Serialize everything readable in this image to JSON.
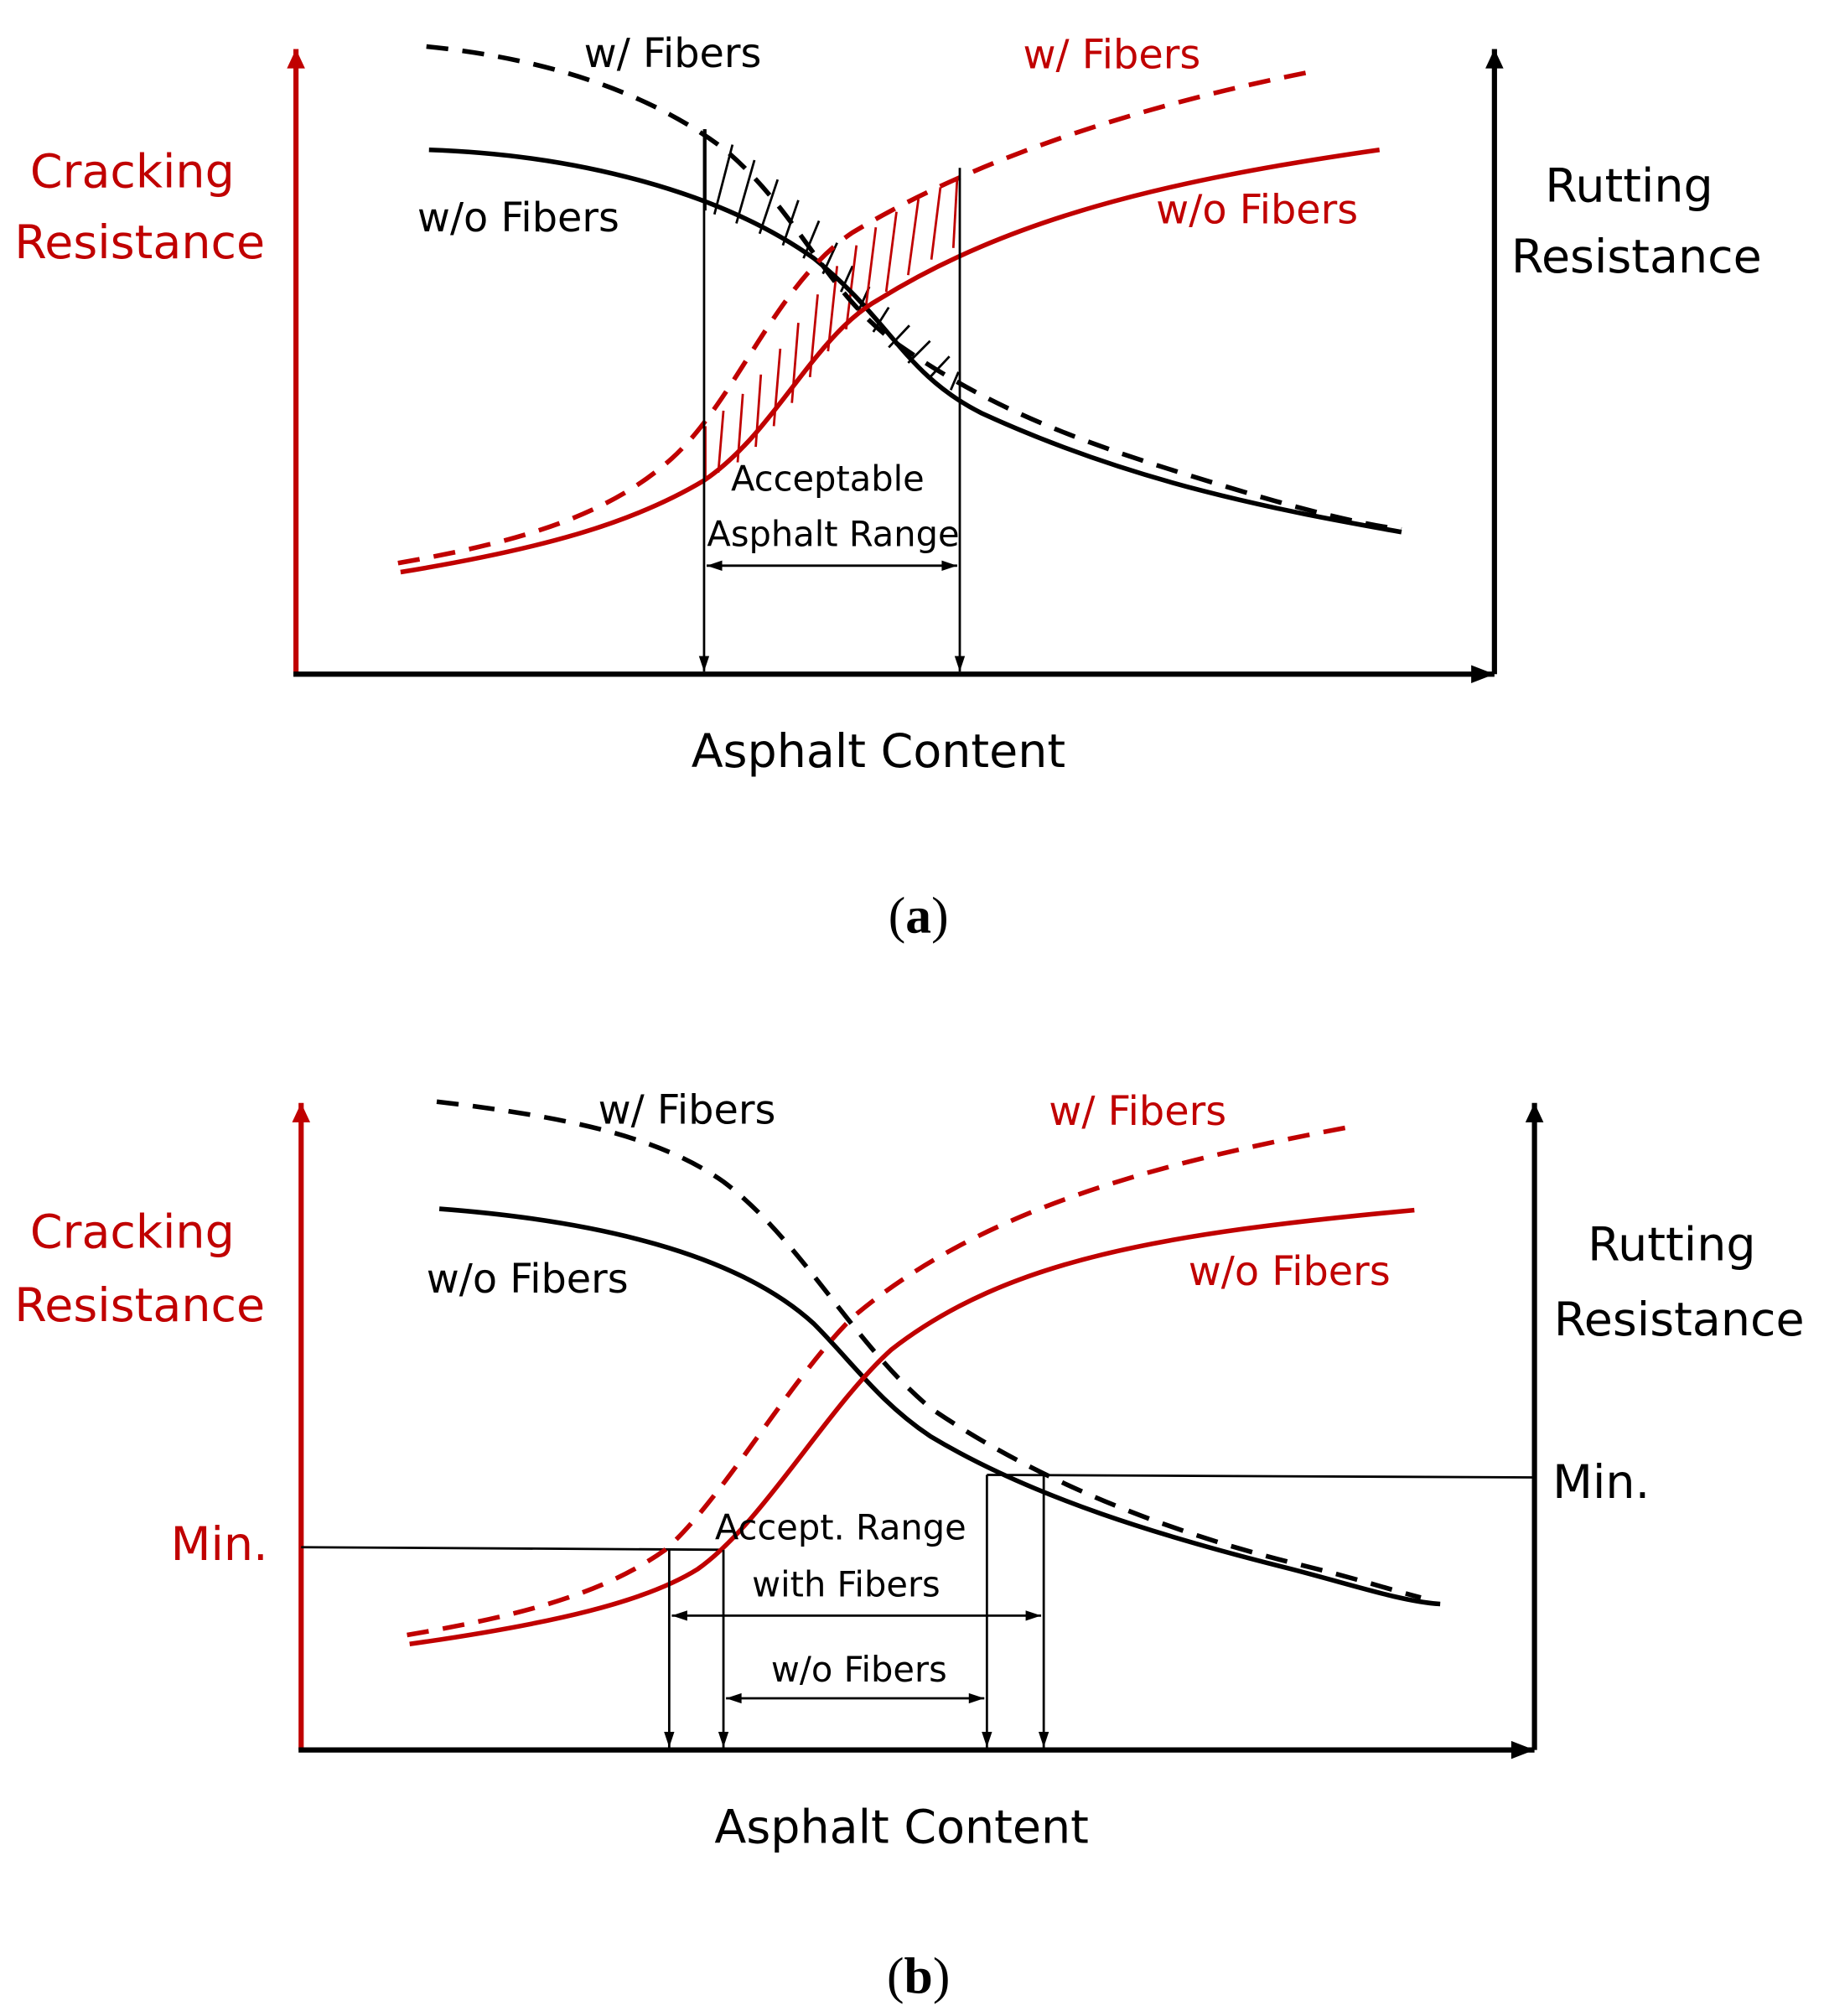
{
  "colors": {
    "cracking": "#c00000",
    "rutting": "#000000",
    "guides": "#000000"
  },
  "panel_a": {
    "left_axis_label": [
      "Cracking",
      "Resistance"
    ],
    "right_axis_label": [
      "Rutting",
      "Resistance"
    ],
    "x_axis_label": "Asphalt Content",
    "caption": {
      "open": "(",
      "letter": "a",
      "close": ")"
    },
    "rutting_with_fibers": "w/ Fibers",
    "rutting_without_fibers": "w/o Fibers",
    "cracking_with_fibers": "w/ Fibers",
    "cracking_without_fibers": "w/o Fibers",
    "range_label": [
      "Acceptable",
      "Asphalt Range"
    ]
  },
  "panel_b": {
    "left_axis_label": [
      "Cracking",
      "Resistance"
    ],
    "right_axis_label": [
      "Rutting",
      "Resistance"
    ],
    "x_axis_label": "Asphalt Content",
    "caption": {
      "open": "(",
      "letter": "b",
      "close": ")"
    },
    "rutting_with_fibers": "w/ Fibers",
    "rutting_without_fibers": "w/o Fibers",
    "cracking_with_fibers": "w/ Fibers",
    "cracking_without_fibers": "w/o Fibers",
    "cracking_min": "Min.",
    "rutting_min": "Min.",
    "range_with_fibers": [
      "Accept. Range",
      "with Fibers"
    ],
    "range_without_fibers": "w/o Fibers"
  }
}
